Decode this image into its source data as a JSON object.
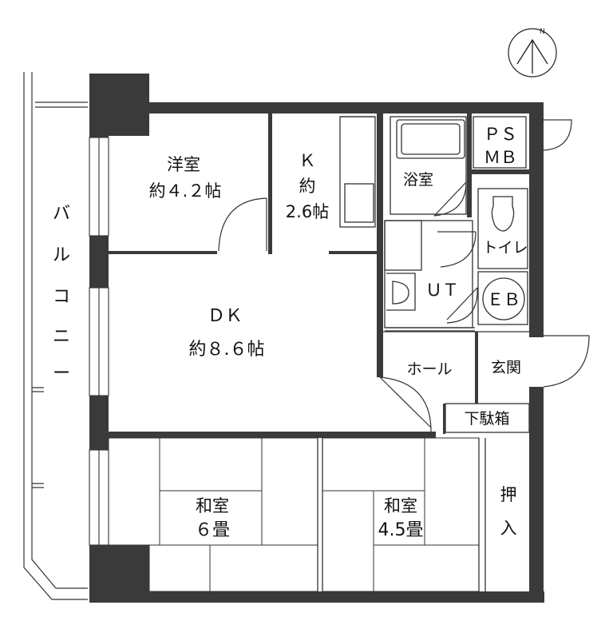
{
  "plan": {
    "rooms": {
      "western": {
        "name": "洋室",
        "size": "約４.２帖"
      },
      "kitchen": {
        "name": "Ｋ",
        "size_prefix": "約",
        "size": "2.6帖"
      },
      "bath": {
        "name": "浴室"
      },
      "ps_mb": {
        "line1": "ＰＳ",
        "line2": "ＭＢ"
      },
      "toilet": {
        "name": "トイレ"
      },
      "utility": {
        "name": "ＵＴ"
      },
      "eb": {
        "name": "ＥＢ"
      },
      "dk": {
        "name": "ＤＫ",
        "size": "約８.６帖"
      },
      "hall": {
        "name": "ホール"
      },
      "entrance": {
        "name": "玄関"
      },
      "shoe_box": {
        "name": "下駄箱"
      },
      "washitsu_6": {
        "name": "和室",
        "size": "６畳"
      },
      "washitsu_45": {
        "name": "和室",
        "size": "4.5畳"
      },
      "closet": {
        "line1": "押",
        "line2": "入"
      }
    },
    "balcony": {
      "chars": [
        "バ",
        "ル",
        "コ",
        "ニ",
        "ー"
      ]
    },
    "compass": {
      "label": "N"
    }
  }
}
